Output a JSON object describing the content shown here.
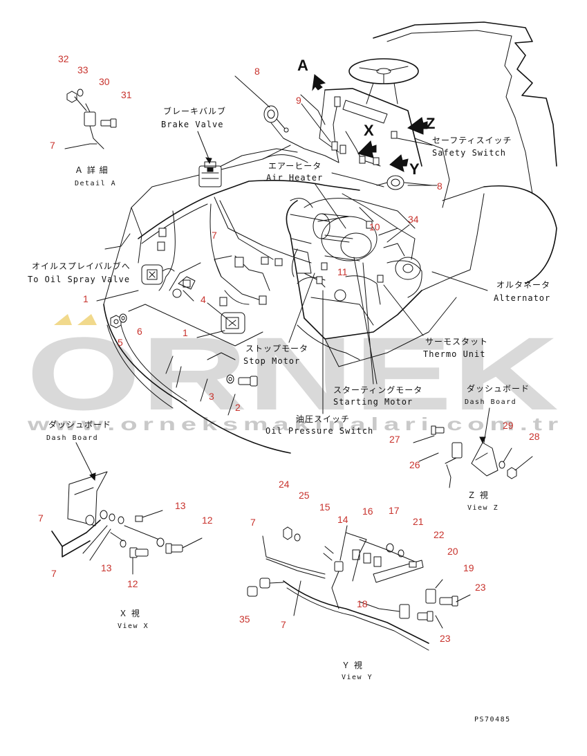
{
  "watermark": {
    "brand": "ORNEK",
    "url": "www.orneksmakinalari.com.tr",
    "accent": "#f3d98a",
    "text_color": "#d4d4d4"
  },
  "callout_color": "#c8322c",
  "labels": {
    "detail_a_jp": "Ａ 詳 細",
    "detail_a_en": "Detail A",
    "brake_valve_jp": "ブレーキバルブ",
    "brake_valve_en": "Brake Valve",
    "air_heater_jp": "エアーヒータ",
    "air_heater_en": "Air Heater",
    "safety_switch_jp": "セーフティスイッチ",
    "safety_switch_en": "Safety Switch",
    "oil_spray_jp": "オイルスプレイバルブへ",
    "oil_spray_en": "To Oil Spray Valve",
    "alternator_jp": "オルタネータ",
    "alternator_en": "Alternator",
    "thermo_jp": "サーモスタット",
    "thermo_en": "Thermo Unit",
    "stop_motor_jp": "ストップモータ",
    "stop_motor_en": "Stop Motor",
    "starting_motor_jp": "スターティングモータ",
    "starting_motor_en": "Starting Motor",
    "oil_pressure_jp": "油圧スイッチ",
    "oil_pressure_en": "Oil Pressure Switch",
    "dash_board_z_jp": "ダッシュボード",
    "dash_board_z_en": "Dash Board",
    "dash_board_x_jp": "ダッシュボード",
    "dash_board_x_en": "Dash Board",
    "view_z_jp": "Ｚ 視",
    "view_z_en": "View Z",
    "view_x_jp": "Ｘ 視",
    "view_x_en": "View X",
    "view_y_jp": "Ｙ 視",
    "view_y_en": "View Y",
    "drawing_no": "PS70485"
  },
  "view_letters": {
    "a": "A",
    "x": "X",
    "y": "Y",
    "z": "Z"
  },
  "callouts": {
    "n32": "32",
    "n33": "33",
    "n30": "30",
    "n31": "31",
    "n7a": "7",
    "n8a": "8",
    "n9": "9",
    "n8b": "8",
    "n10": "10",
    "n34": "34",
    "n11": "11",
    "n7b": "7",
    "n1a": "1",
    "n4": "4",
    "n5": "5",
    "n6": "6",
    "n1b": "1",
    "n3": "3",
    "n2": "2",
    "n27": "27",
    "n29": "29",
    "n28": "28",
    "n26": "26",
    "n7c": "7",
    "n13a": "13",
    "n12a": "12",
    "n7d": "7",
    "n13b": "13",
    "n12b": "12",
    "n24": "24",
    "n25": "25",
    "n15": "15",
    "n14": "14",
    "n16": "16",
    "n17": "17",
    "n21": "21",
    "n22": "22",
    "n20": "20",
    "n19": "19",
    "n23a": "23",
    "n7e": "7",
    "n18": "18",
    "n35": "35",
    "n7f": "7",
    "n23b": "23"
  }
}
